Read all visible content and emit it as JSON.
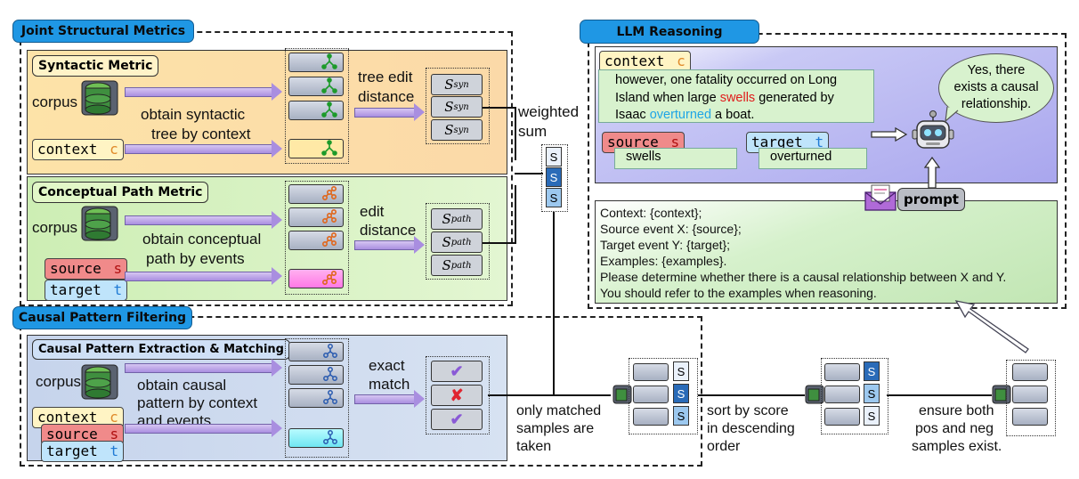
{
  "tabs": {
    "joint": "Joint Structural Metrics",
    "llm": "LLM Reasoning",
    "causal": "Causal Pattern Filtering"
  },
  "syntactic": {
    "title": "Syntactic Metric",
    "corpus": "corpus",
    "obtain_l1": "obtain syntactic",
    "obtain_l2": "tree by context",
    "context_tag": "context",
    "context_sym": "c",
    "op_l1": "tree edit",
    "op_l2": "distance",
    "score": "S",
    "score_sub": "syn"
  },
  "conceptual": {
    "title": "Conceptual Path Metric",
    "corpus": "corpus",
    "obtain_l1": "obtain conceptual",
    "obtain_l2": "path by events",
    "source_tag": "source",
    "source_sym": "s",
    "target_tag": "target",
    "target_sym": "t",
    "op_l1": "edit",
    "op_l2": "distance",
    "score": "S",
    "score_sub": "path"
  },
  "weighted": {
    "l1": "weighted",
    "l2": "sum",
    "cell": "S"
  },
  "llm": {
    "context_tag": "context",
    "context_sym": "c",
    "ctx_pre": "however, one fatality occurred on Long",
    "ctx_mid1": "Island when large ",
    "ctx_swells": "swells",
    "ctx_mid2": " generated by",
    "ctx_isaac": "Isaac ",
    "ctx_overturned": "overturned",
    "ctx_end": " a boat.",
    "source_tag": "source",
    "source_sym": "s",
    "source_val": "swells",
    "target_tag": "target",
    "target_sym": "t",
    "target_val": "overturned",
    "answer": [
      "Yes, there",
      "exists a causal",
      "relationship."
    ],
    "prompt_label": "prompt",
    "prompt_lines": [
      "Context: {context};",
      "Source event X: {source};",
      "Target event Y: {target};",
      "Examples: {examples}.",
      "Please determine whether there is a causal relationship between X and Y.",
      "You should refer to the examples when reasoning."
    ]
  },
  "causal": {
    "title": "Causal Pattern Extraction & Matching",
    "corpus": "corpus",
    "obtain_l1": "obtain causal",
    "obtain_l2": "pattern by context",
    "obtain_l3": "and events",
    "context_tag": "context",
    "context_sym": "c",
    "source_tag": "source",
    "source_sym": "s",
    "target_tag": "target",
    "target_sym": "t",
    "op_l1": "exact",
    "op_l2": "match",
    "marks": [
      "✔",
      "✘",
      "✔"
    ]
  },
  "steps": {
    "matched": [
      "only matched",
      "samples are",
      "taken"
    ],
    "sort": [
      "sort by score",
      "in descending",
      "order"
    ],
    "ensure": [
      "ensure both",
      "pos and neg",
      "samples exist."
    ],
    "cell": "S"
  },
  "colors": {
    "tab_blue": "#1f97e4",
    "syntactic_bg": "#fde0a6",
    "conceptual_bg": "#d9f0c4",
    "causal_bg": "#c5d5ee",
    "llm_bg": "#c2c2f2",
    "prompt_bg": "#d8f2ce",
    "red": "#e01b1b",
    "blue_text": "#1fa5e6"
  }
}
